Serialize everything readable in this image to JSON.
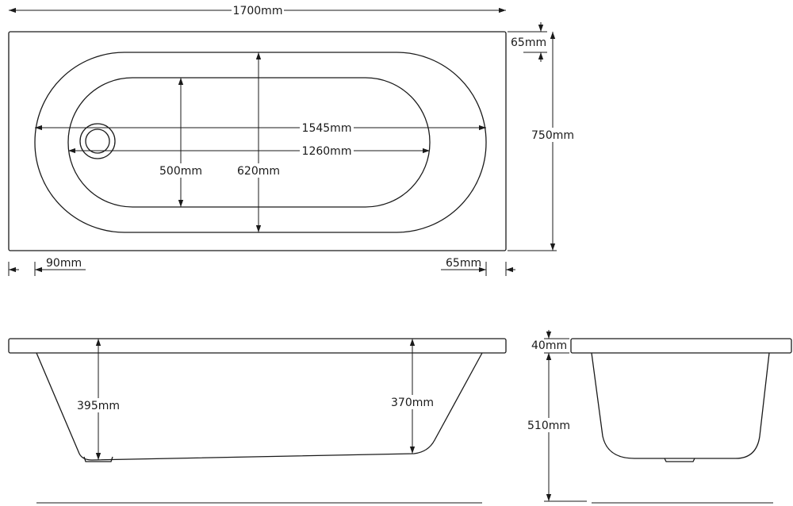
{
  "plan_view": {
    "overall_length": "1700mm",
    "overall_width": "750mm",
    "rim_top": "65mm",
    "outer_bowl_length": "1545mm",
    "inner_bowl_length": "1260mm",
    "inner_bowl_width": "500mm",
    "outer_bowl_width": "620mm",
    "rim_left": "90mm",
    "rim_right": "65mm"
  },
  "side_view": {
    "depth_left": "395mm",
    "depth_right": "370mm"
  },
  "end_view": {
    "rim_thickness": "40mm",
    "height": "510mm"
  }
}
